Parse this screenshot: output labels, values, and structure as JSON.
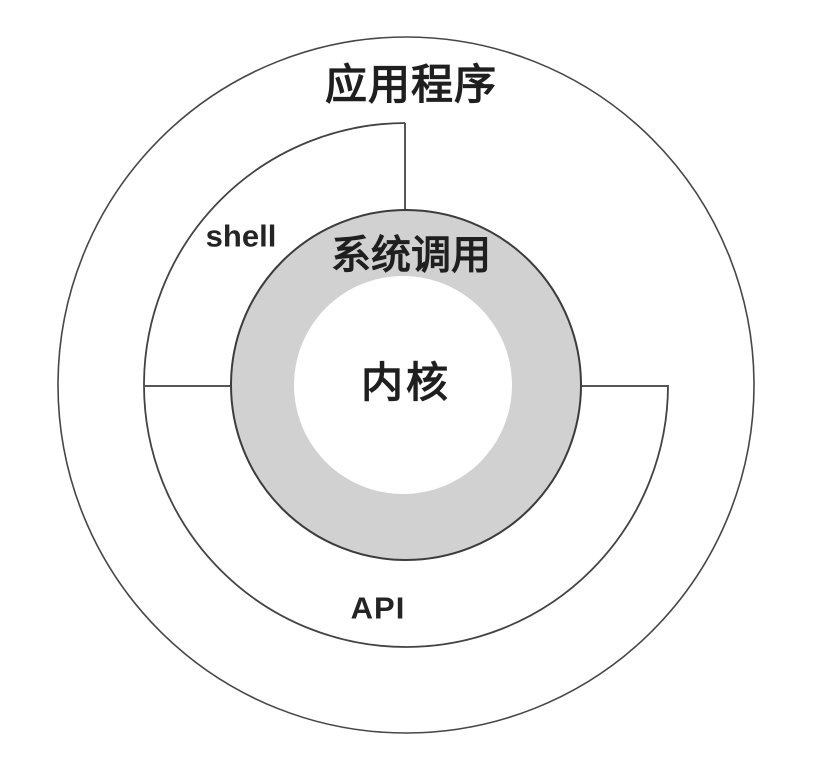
{
  "diagram": {
    "layers": {
      "applications": "应用程序",
      "shell": "shell",
      "system_call": "系统调用",
      "kernel": "内核",
      "api": "API"
    },
    "colors": {
      "background": "#ffffff",
      "system_call_ring_fill": "#d1d1d1",
      "kernel_core_fill": "#ffffff",
      "ring_outline": "#434343",
      "connector_line": "#565656",
      "text": "#1f1f1f"
    }
  }
}
